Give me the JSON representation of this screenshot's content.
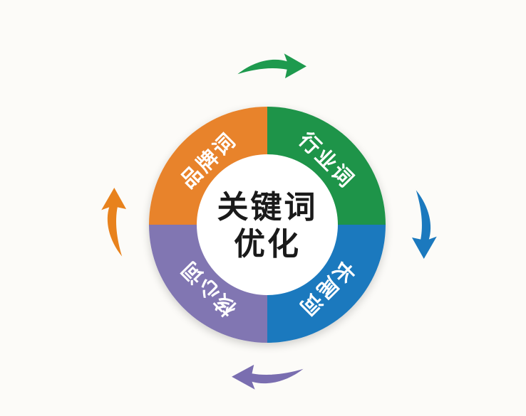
{
  "page": {
    "background": "#FCFBF8"
  },
  "diagram": {
    "title_line1": "关键词",
    "title_line2": "优化",
    "title_color": "#1A1A1A",
    "hole_color": "#FFFFFF",
    "label_color": "#FFFFFF",
    "segments": [
      {
        "label": "行业词",
        "color": "#1E9449",
        "position": "top-right"
      },
      {
        "label": "长尾词",
        "color": "#1B79BE",
        "position": "bottom-right"
      },
      {
        "label": "核心词",
        "color": "#8176B2",
        "position": "bottom-left"
      },
      {
        "label": "品牌词",
        "color": "#E8832B",
        "position": "top-left"
      }
    ],
    "arrows": [
      {
        "color": "#1E9A4E",
        "position": "top",
        "direction": "clockwise-pointing-right"
      },
      {
        "color": "#1B79BE",
        "position": "right",
        "direction": "clockwise-pointing-down"
      },
      {
        "color": "#7A6EB0",
        "position": "bottom",
        "direction": "clockwise-pointing-left"
      },
      {
        "color": "#E8821D",
        "position": "left",
        "direction": "clockwise-pointing-up"
      }
    ]
  }
}
